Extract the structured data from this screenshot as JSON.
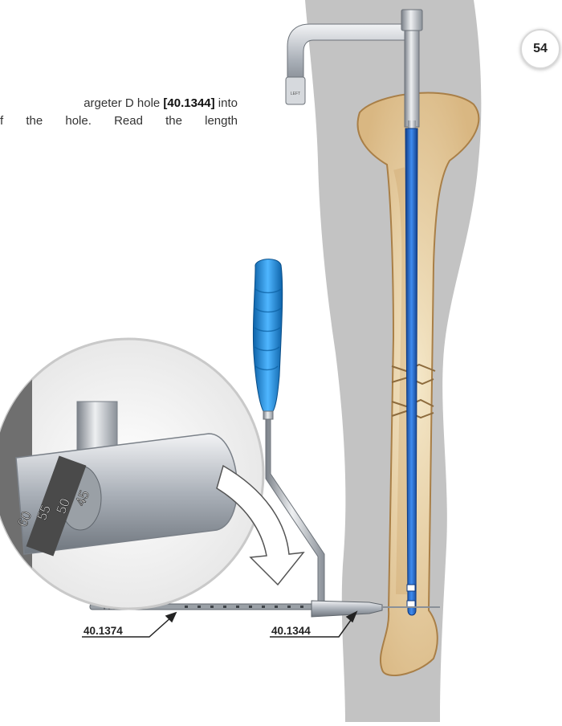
{
  "page_number": "54",
  "instruction": {
    "line1_text": "argeter D hole ",
    "line1_ref": "[40.1344]",
    "line1_tail": " into",
    "line2": "f the hole. Read the length"
  },
  "callouts": {
    "measure_device": "40.1374",
    "sleeve": "40.1344"
  },
  "zoom_scale": [
    "45",
    "50",
    "55",
    "60"
  ],
  "bracket_label": "LEFT",
  "colors": {
    "leg": "#c2c2c2",
    "bone": "#e8d3a6",
    "bone_edge": "#b08a55",
    "nail": "#2a6fd6",
    "handle": "#1e90e0",
    "metal": "#b8bcc2"
  }
}
